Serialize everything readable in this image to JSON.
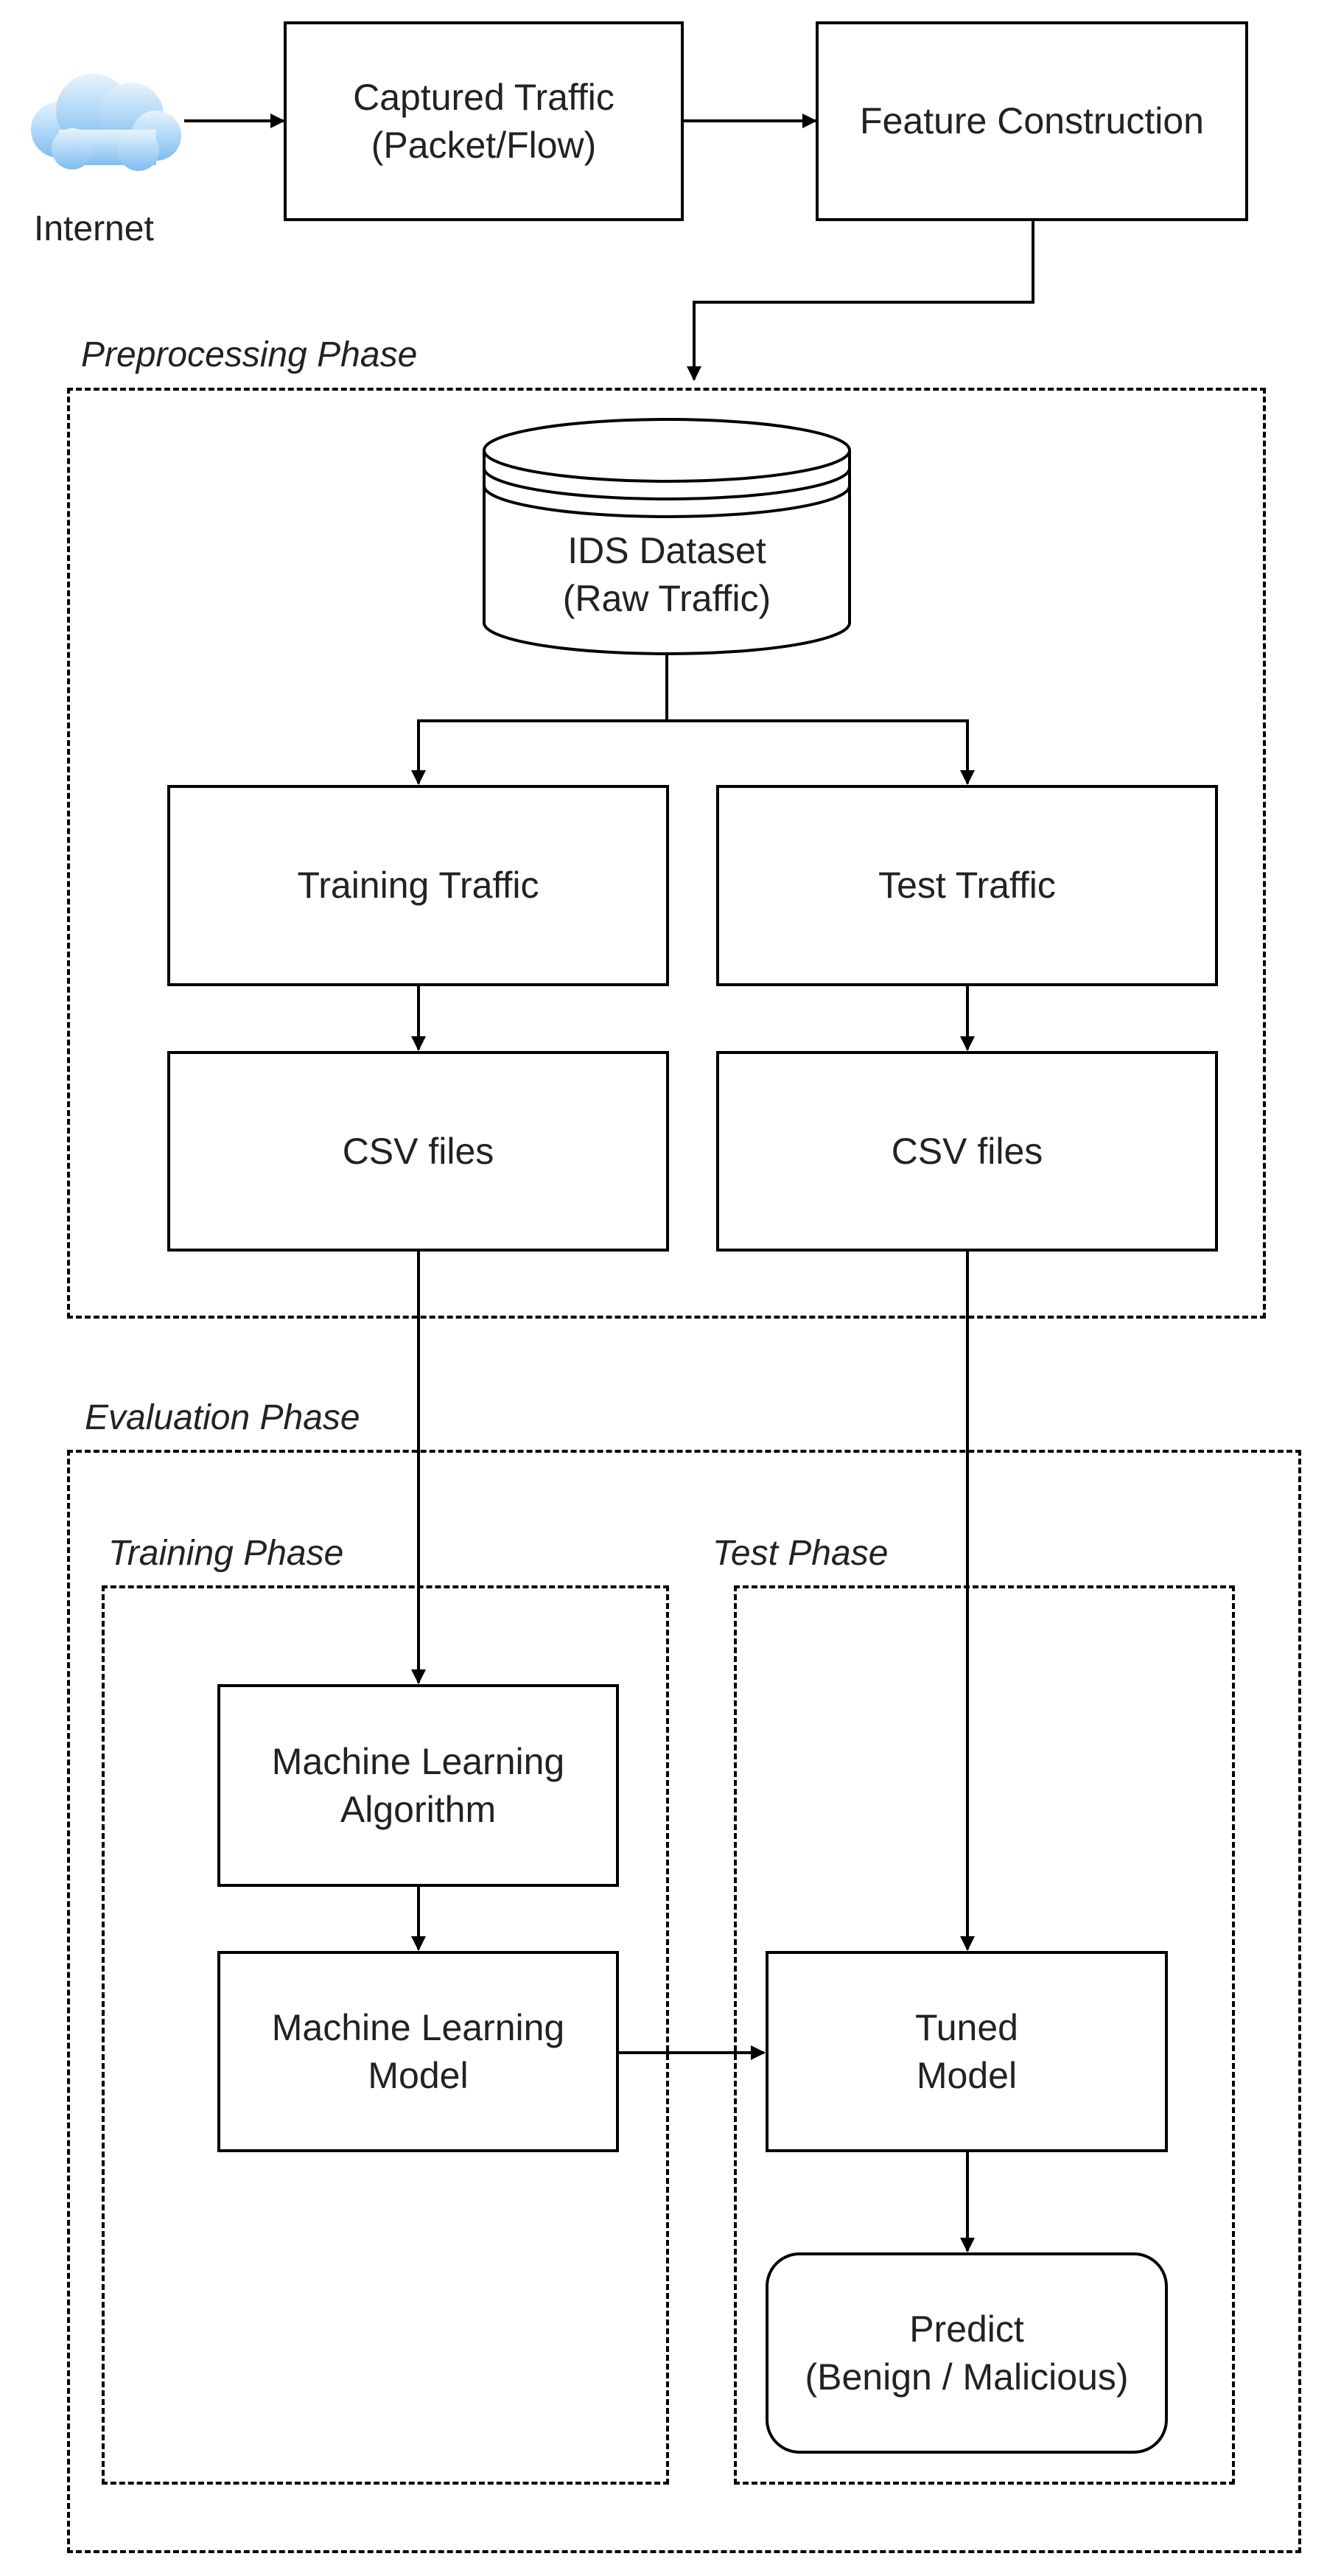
{
  "nodes": {
    "internet": "Internet",
    "captured_traffic": "Captured Traffic\n(Packet/Flow)",
    "feature_construction": "Feature Construction",
    "ids_dataset": "IDS Dataset\n(Raw Traffic)",
    "training_traffic": "Training Traffic",
    "test_traffic": "Test Traffic",
    "csv_files_training": "CSV files",
    "csv_files_test": "CSV files",
    "ml_algorithm": "Machine Learning\nAlgorithm",
    "ml_model": "Machine Learning\nModel",
    "tuned_model": "Tuned\nModel",
    "predict": "Predict\n(Benign / Malicious)"
  },
  "regions": {
    "preprocessing": "Preprocessing Phase",
    "evaluation": "Evaluation Phase",
    "training": "Training Phase",
    "test": "Test Phase"
  },
  "edges": [
    {
      "from": "internet",
      "to": "captured_traffic"
    },
    {
      "from": "captured_traffic",
      "to": "feature_construction"
    },
    {
      "from": "feature_construction",
      "to": "preprocessing"
    },
    {
      "from": "ids_dataset",
      "to": "training_traffic"
    },
    {
      "from": "ids_dataset",
      "to": "test_traffic"
    },
    {
      "from": "training_traffic",
      "to": "csv_files_training"
    },
    {
      "from": "test_traffic",
      "to": "csv_files_test"
    },
    {
      "from": "csv_files_training",
      "to": "ml_algorithm"
    },
    {
      "from": "csv_files_test",
      "to": "tuned_model"
    },
    {
      "from": "ml_algorithm",
      "to": "ml_model"
    },
    {
      "from": "ml_model",
      "to": "tuned_model"
    },
    {
      "from": "tuned_model",
      "to": "predict"
    }
  ],
  "colors": {
    "stroke": "#000000",
    "text": "#222222",
    "cloud": "#bcdcf6"
  },
  "icons": {
    "internet": "cloud-icon",
    "dataset": "database-cylinder-icon"
  }
}
